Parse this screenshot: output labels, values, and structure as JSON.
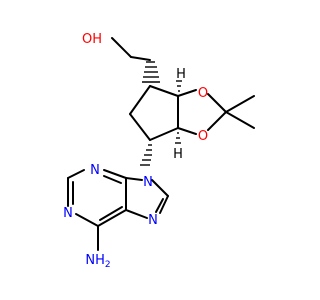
{
  "structure": {
    "atoms": {
      "oh": {
        "text": "OH",
        "color": "#ff0000"
      },
      "o_ring_top": {
        "text": "O",
        "color": "#ff0000"
      },
      "o_ring_bottom": {
        "text": "O",
        "color": "#ff0000"
      },
      "n_purine_9": {
        "text": "N",
        "color": "#0000ff"
      },
      "n_purine_3": {
        "text": "N",
        "color": "#0000ff"
      },
      "n_purine_1": {
        "text": "N",
        "color": "#0000ff"
      },
      "n_purine_7": {
        "text": "N",
        "color": "#0000ff"
      },
      "amine": {
        "text": "NH",
        "sub": "2",
        "color": "#0000ff"
      },
      "h_top": {
        "text": "H",
        "color": "#000000"
      },
      "h_bottom": {
        "text": "H",
        "color": "#000000"
      }
    }
  }
}
